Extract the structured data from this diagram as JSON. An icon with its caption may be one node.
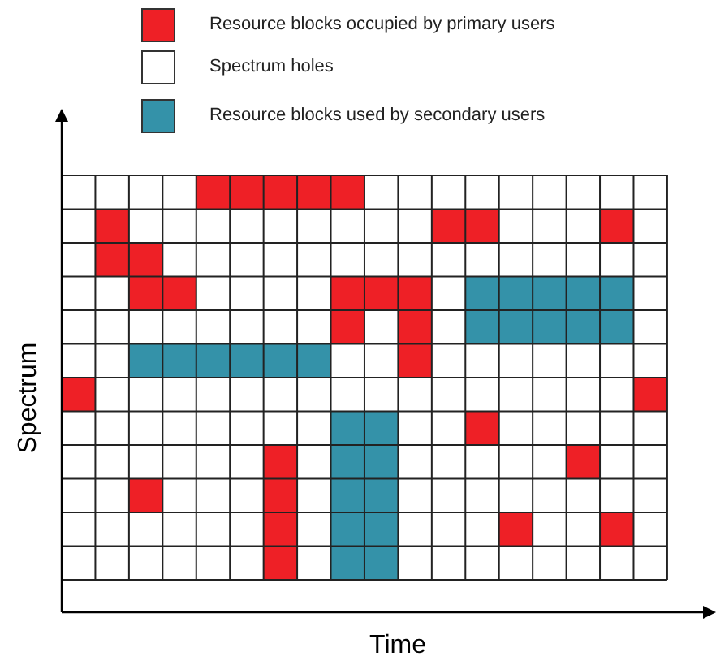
{
  "diagram": {
    "labels": [
      "Spectrum",
      "Time"
    ],
    "legend": [
      {
        "text": "Resource blocks occupied by primary users",
        "color": "#ee2026"
      },
      {
        "text": "Spectrum holes",
        "color": "#ffffff"
      },
      {
        "text": "Resource blocks used by secondary users",
        "color": "#3492a9"
      }
    ]
  }
}
